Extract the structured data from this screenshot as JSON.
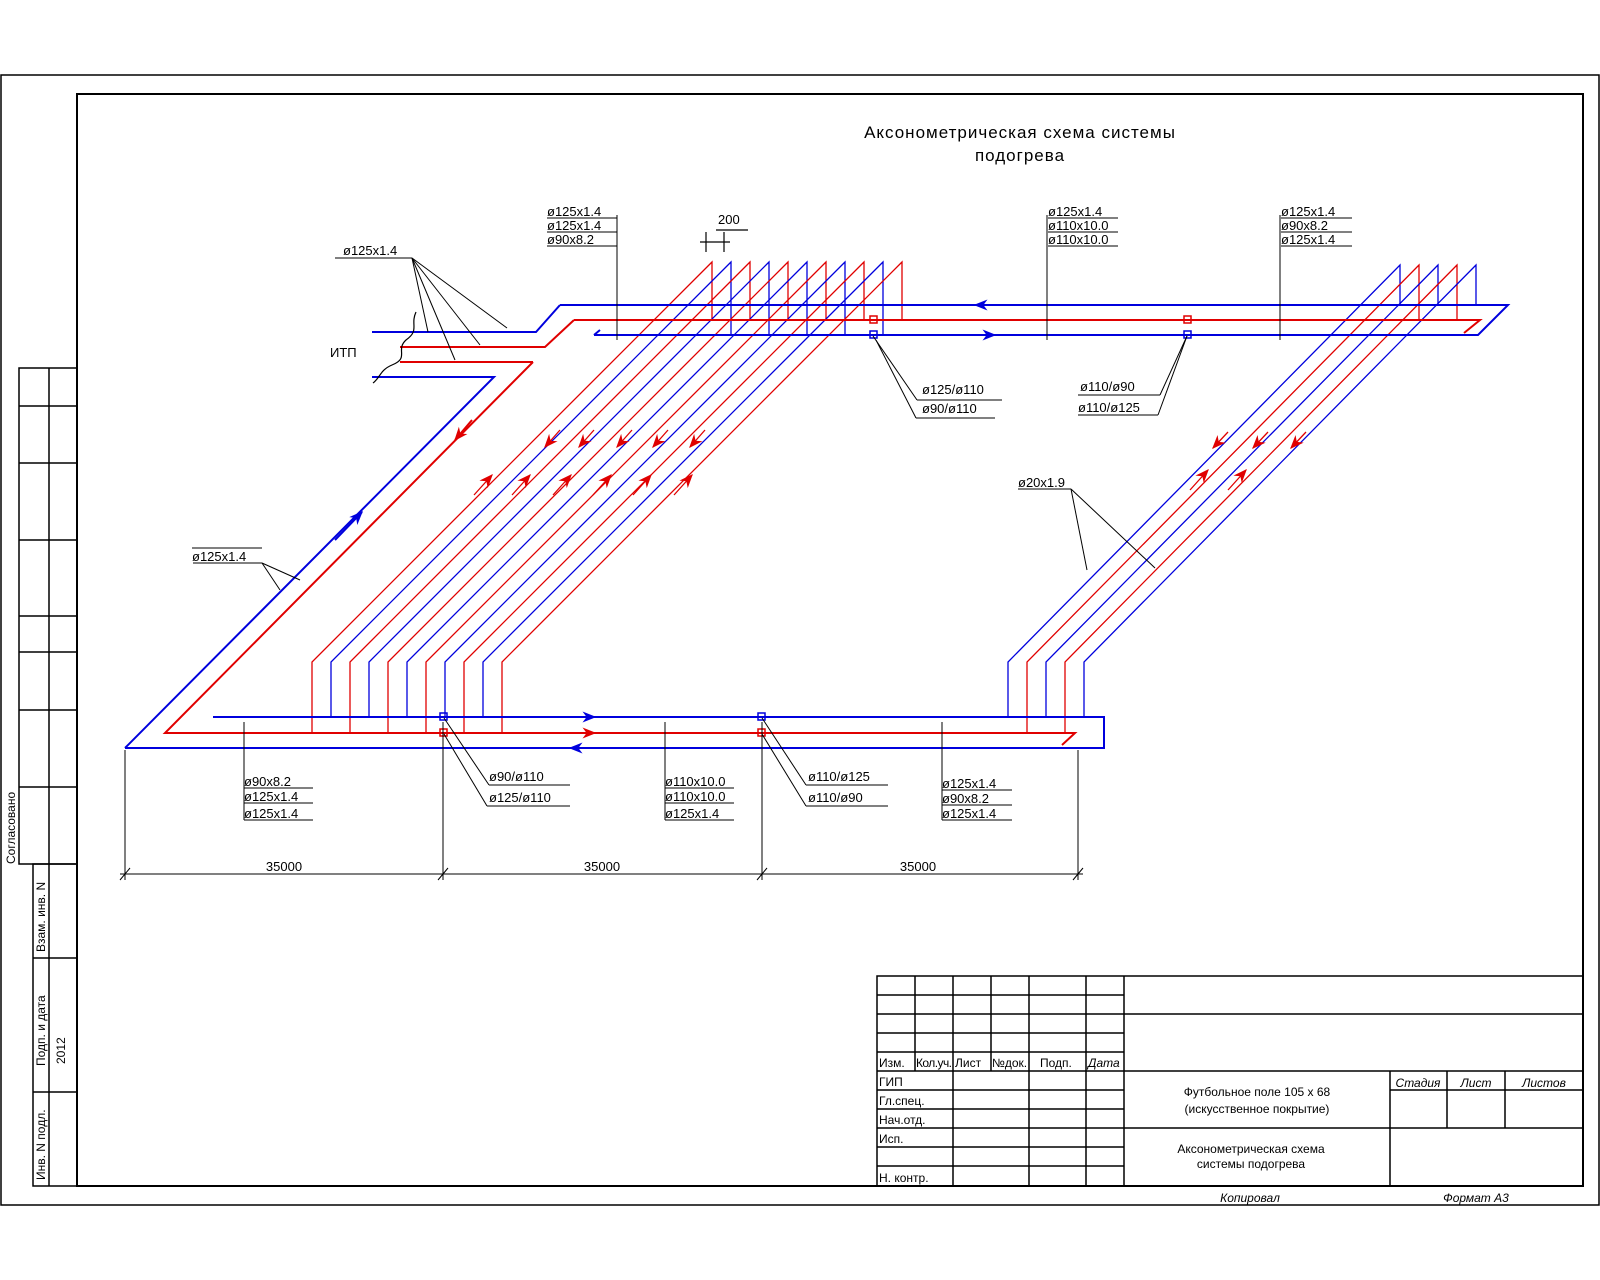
{
  "title": {
    "line1": "Аксонометрическая схема системы",
    "line2": "подогрева"
  },
  "itp_label": "ИТП",
  "spacing_label": "200",
  "colors": {
    "supply": "#e00000",
    "return": "#0000dd",
    "line": "#000000"
  },
  "callouts": {
    "top_left": [
      "ø125x1.4",
      "ø125x1.4",
      "ø90x8.2"
    ],
    "top_mid": [
      "ø125x1.4",
      "ø110x10.0",
      "ø110x10.0"
    ],
    "top_right": [
      "ø125x1.4",
      "ø90x8.2",
      "ø125x1.4"
    ],
    "itp_pipe": "ø125x1.4",
    "left_pipe": "ø125x1.4",
    "loops": "ø20x1.9",
    "top_reducer_1": [
      "ø125/ø110",
      "ø90/ø110"
    ],
    "top_reducer_2": [
      "ø110/ø90",
      "ø110/ø125"
    ],
    "bottom_reducer_1": [
      "ø90/ø110",
      "ø125/ø110"
    ],
    "bottom_reducer_2": [
      "ø110/ø125",
      "ø110/ø90"
    ],
    "bottom_left": [
      "ø90x8.2",
      "ø125x1.4",
      "ø125x1.4"
    ],
    "bottom_mid": [
      "ø110x10.0",
      "ø110x10.0",
      "ø125x1.4"
    ],
    "bottom_right": [
      "ø125x1.4",
      "ø90x8.2",
      "ø125x1.4"
    ]
  },
  "dimensions": [
    "35000",
    "35000",
    "35000"
  ],
  "side_stamp": {
    "agreed": "Согласовано",
    "inv_replace": "Взам. инв. N",
    "sign_date": "Подп. и дата",
    "year": "2012",
    "inv_orig": "Инв. N подл."
  },
  "title_block": {
    "col_headers": [
      "Изм.",
      "Кол.уч.",
      "Лист",
      "№док.",
      "Подп.",
      "Дата"
    ],
    "roles": [
      "ГИП",
      "Гл.спец.",
      "Нач.отд.",
      "Исп.",
      "Н. контр."
    ],
    "project": [
      "Футбольное поле 105 x 68",
      "(искусственное покрытие)"
    ],
    "sheet_title": [
      "Аксонометрическая схема",
      "системы подогрева"
    ],
    "stage_headers": [
      "Стадия",
      "Лист",
      "Листов"
    ]
  },
  "footer": {
    "copied": "Копировал",
    "format": "Формат А3"
  }
}
